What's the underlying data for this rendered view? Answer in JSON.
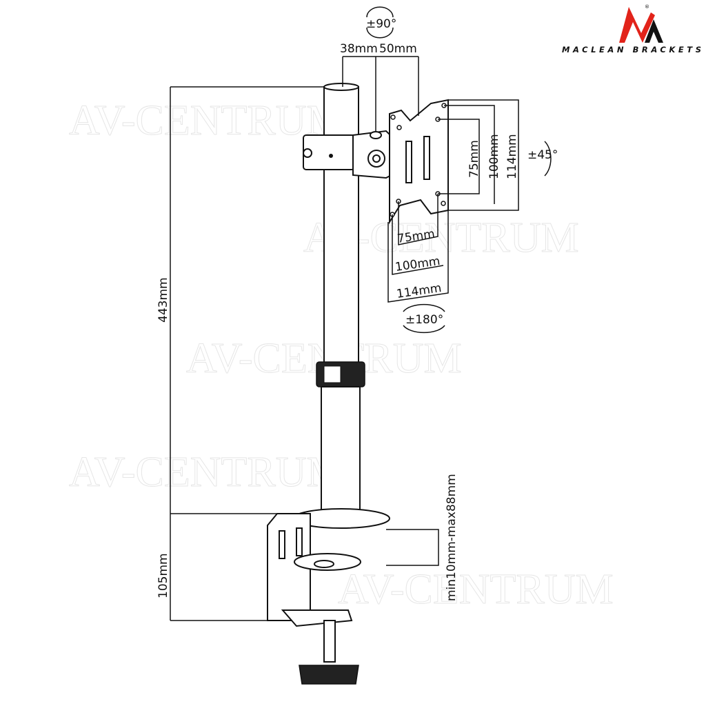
{
  "logo": {
    "brand": "MACLEAN BRACKETS",
    "registered": "®",
    "colors": {
      "red": "#e2231a",
      "black": "#111111"
    }
  },
  "watermark": {
    "text": "AV-CENTRUM"
  },
  "dimensions": {
    "tilt": "±90°",
    "offset_left": "38mm",
    "offset_right": "50mm",
    "vesa_v_small": "75mm",
    "vesa_v_mid": "100mm",
    "vesa_v_large": "114mm",
    "swivel": "±45°",
    "vesa_h_small": "75mm",
    "vesa_h_mid": "100mm",
    "vesa_h_large": "114mm",
    "rotation": "±180°",
    "pole_height": "443mm",
    "clamp_height": "105mm",
    "desk_thickness": "min10mm-max88mm"
  }
}
